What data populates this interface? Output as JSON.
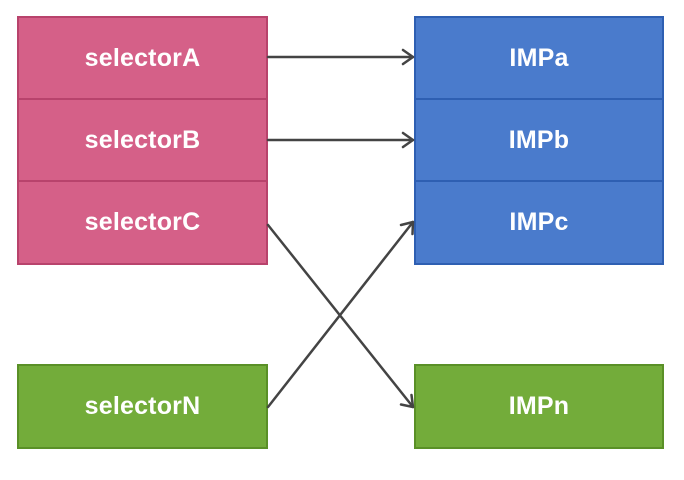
{
  "selectors": [
    {
      "label": "selectorA"
    },
    {
      "label": "selectorB"
    },
    {
      "label": "selectorC"
    },
    {
      "label": "selectorN"
    }
  ],
  "implementations": [
    {
      "label": "IMPa"
    },
    {
      "label": "IMPb"
    },
    {
      "label": "IMPc"
    },
    {
      "label": "IMPn"
    }
  ],
  "colors": {
    "selector_fill": "#d56088",
    "implementation_fill": "#4a7bcc",
    "extra_fill": "#73ac3a",
    "arrow": "#444444"
  }
}
